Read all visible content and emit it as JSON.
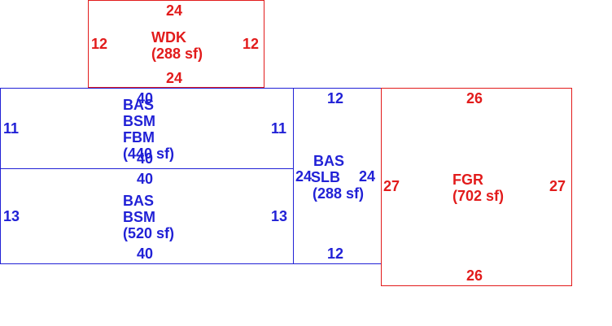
{
  "colors": {
    "living": "#2121d6",
    "accessory": "#e21b1b",
    "background": "#ffffff"
  },
  "areas": {
    "wdk": {
      "codes": [
        "WDK"
      ],
      "area": "(288 sf)",
      "dims": {
        "top": "24",
        "bottom": "24",
        "left": "12",
        "right": "12"
      }
    },
    "bas_fbm": {
      "codes": [
        "BAS",
        "BSM",
        "FBM"
      ],
      "area": "(440 sf)",
      "dims": {
        "top": "40",
        "bottom": "40",
        "left": "11",
        "right": "11"
      }
    },
    "bas_bsm": {
      "codes": [
        "BAS",
        "BSM"
      ],
      "area": "(520 sf)",
      "dims": {
        "top": "40",
        "bottom": "40",
        "left": "13",
        "right": "13"
      }
    },
    "bas_slb": {
      "codes": [
        "BAS",
        "SLB"
      ],
      "area": "(288 sf)",
      "dims": {
        "top": "12",
        "bottom": "12",
        "left": "24",
        "right": "24"
      }
    },
    "fgr": {
      "codes": [
        "FGR"
      ],
      "area": "(702 sf)",
      "dims": {
        "top": "26",
        "bottom": "26",
        "left": "27",
        "right": "27"
      }
    }
  }
}
